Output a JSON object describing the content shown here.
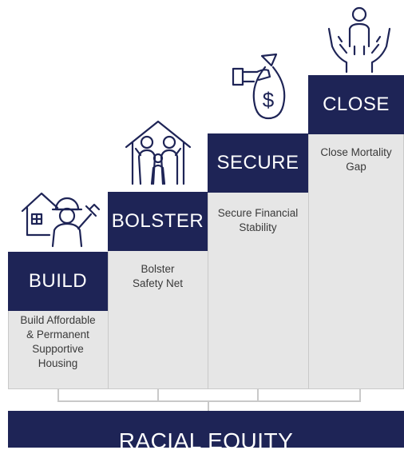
{
  "steps": [
    {
      "title": "BUILD",
      "description": "Build Affordable\n& Permanent\nSupportive\nHousing",
      "icon": "house-construction-worker-icon"
    },
    {
      "title": "BOLSTER",
      "description": "Bolster\nSafety Net",
      "icon": "family-house-icon"
    },
    {
      "title": "SECURE",
      "description": "Secure Financial\nStability",
      "icon": "money-bag-hand-icon"
    },
    {
      "title": "CLOSE",
      "description": "Close Mortality\nGap",
      "icon": "person-hands-icon"
    }
  ],
  "foundation": {
    "title": "RACIAL EQUITY"
  },
  "colors": {
    "navy": "#1e2456",
    "column_fill": "#e6e6e6",
    "border": "#c9c9c9"
  }
}
